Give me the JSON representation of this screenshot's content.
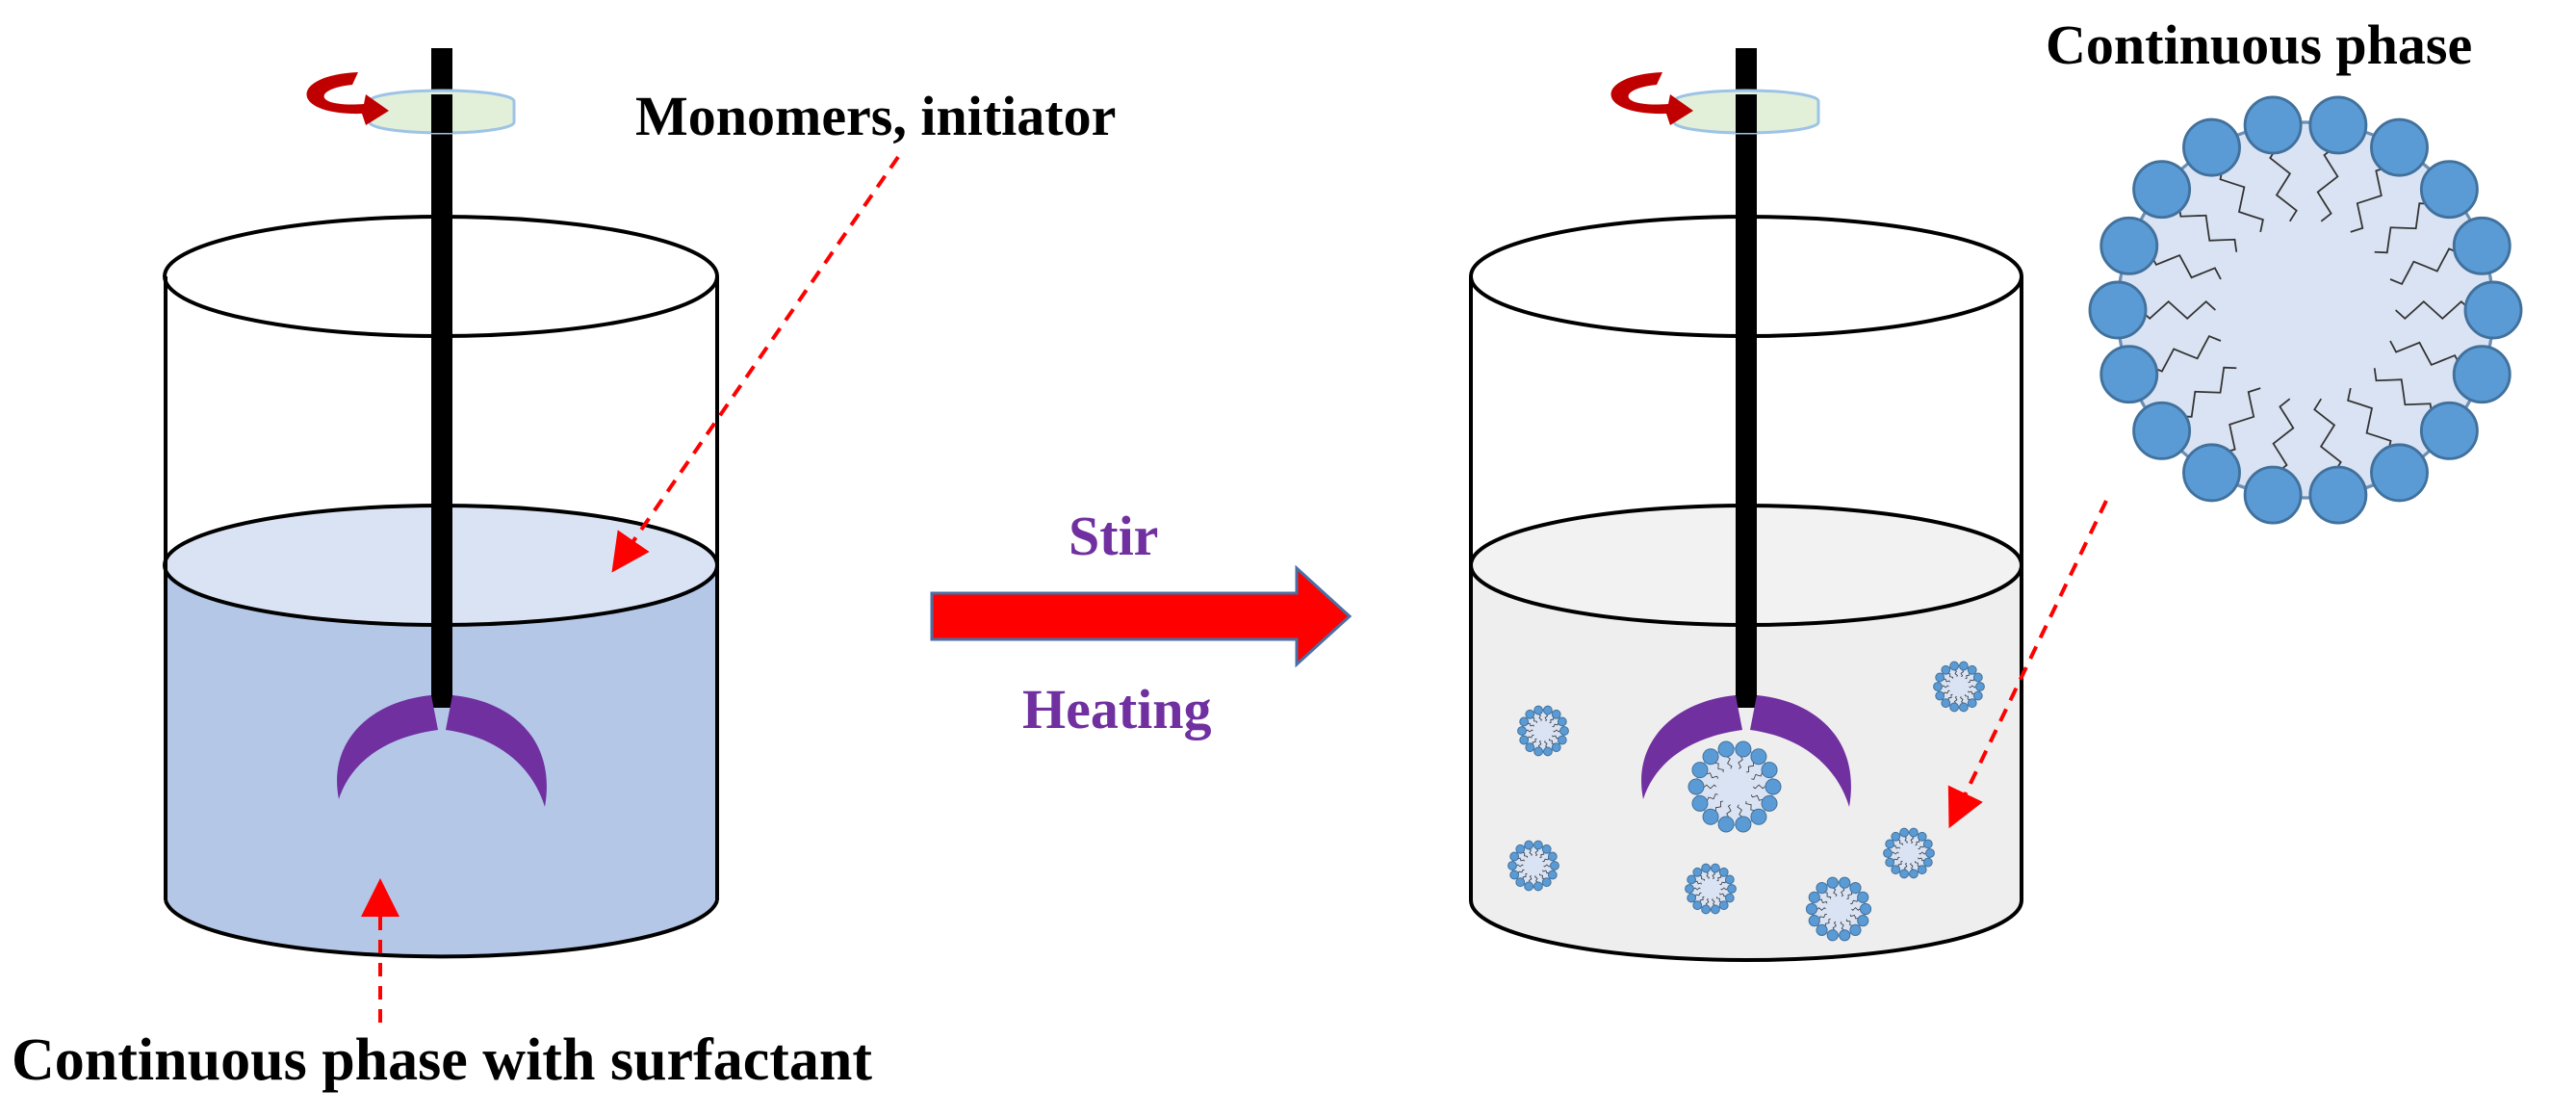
{
  "labels": {
    "monomers_initiator": "Monomers, initiator",
    "continuous_phase_with_surfactant": "Continuous phase with surfactant",
    "continuous_phase": "Continuous phase",
    "stir": "Stir",
    "heating": "Heating"
  },
  "colors": {
    "liquid_left": "#b4c7e7",
    "liquid_left_surface": "#dae3f3",
    "liquid_right": "#eeeeee",
    "impeller": "#7030a0",
    "process_text": "#7030a0",
    "rotation_arrow": "#c00000",
    "process_arrow": "#ff0000",
    "dashed_arrow": "#ff0000",
    "micelle_head": "#5b9bd5",
    "micelle_core": "#dae3f3",
    "shaft": "#000000"
  }
}
